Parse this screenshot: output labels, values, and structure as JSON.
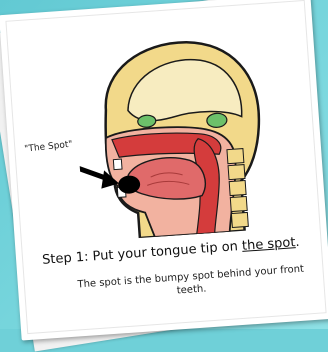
{
  "labels": {
    "spot": "\"The Spot\""
  },
  "step": {
    "prefix": "Step 1: Put your tongue tip on ",
    "link": "the spot",
    "suffix": "."
  },
  "note": "The spot is the bumpy spot behind your front teeth.",
  "colors": {
    "background": "#6fd0d8",
    "card": "#ffffff",
    "skull": "#f2d98a",
    "tissue": "#f2b2a0",
    "cavity": "#d43c3c",
    "brain_green": "#6cc06a"
  }
}
